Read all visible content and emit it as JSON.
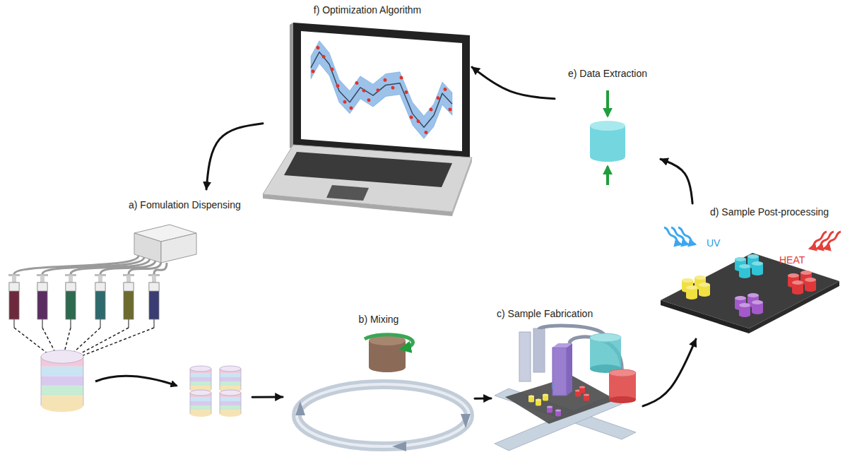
{
  "diagram": {
    "nodes": [
      {
        "text": [
          "a) Fomulation Dispensing"
        ]
      },
      {
        "text": [
          "b) Mixing"
        ]
      },
      {
        "text": [
          "c) Sample Fabrication"
        ]
      },
      {
        "text": [
          "d) Sample Post-processing"
        ]
      },
      {
        "text": [
          "e) Data Extraction"
        ]
      },
      {
        "text": [
          "f) Optimization Algorithm"
        ]
      }
    ],
    "edges": [
      {
        "from": 0,
        "to": 1,
        "arrow": "to"
      },
      {
        "from": 1,
        "to": 2,
        "arrow": "to"
      },
      {
        "from": 2,
        "to": 3,
        "arrow": "to"
      },
      {
        "from": 3,
        "to": 4,
        "arrow": "to"
      },
      {
        "from": 4,
        "to": 5,
        "arrow": "to"
      },
      {
        "from": 5,
        "to": 0,
        "arrow": "to"
      }
    ],
    "labels": [
      "UV",
      "HEAT"
    ]
  }
}
